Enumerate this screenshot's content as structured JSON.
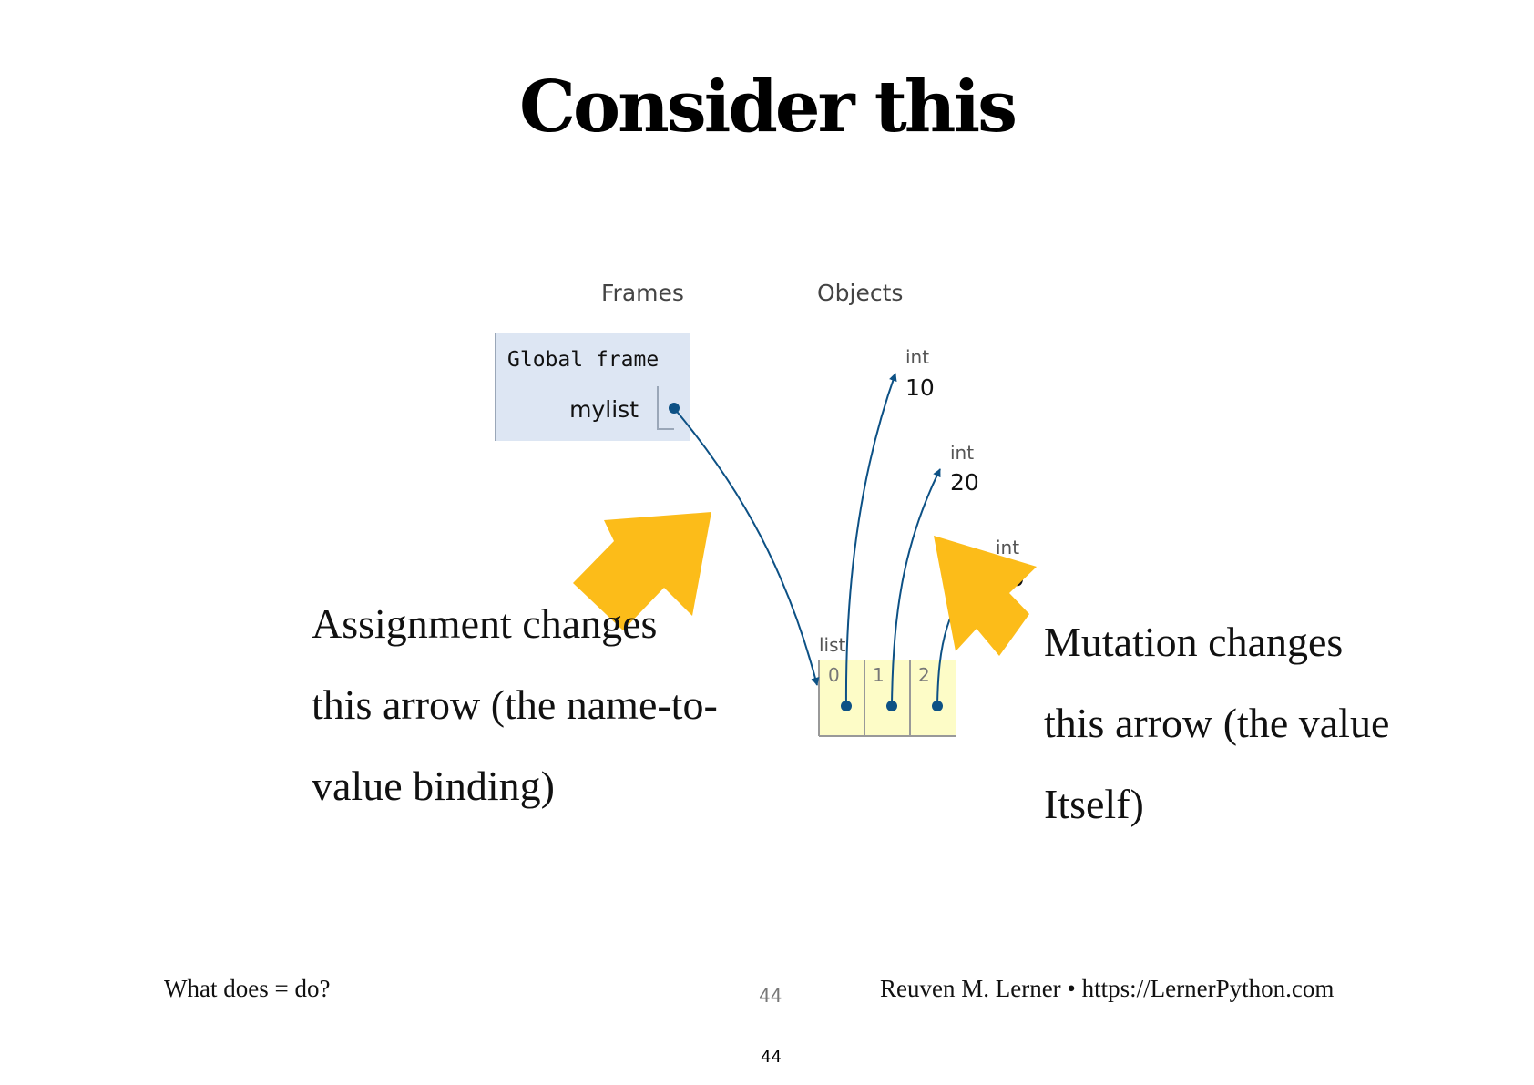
{
  "slide": {
    "title": "Consider this"
  },
  "diagram": {
    "frames_heading": "Frames",
    "objects_heading": "Objects",
    "frame": {
      "label": "Global frame",
      "variable": "mylist"
    },
    "objects": [
      {
        "type": "int",
        "value": "10"
      },
      {
        "type": "int",
        "value": "20"
      },
      {
        "type": "int",
        "value": "30"
      }
    ],
    "list": {
      "type": "list",
      "indices": [
        "0",
        "1",
        "2"
      ]
    }
  },
  "callouts": {
    "left": [
      "Assignment changes",
      "this arrow (the name-to-",
      "value binding)"
    ],
    "right": [
      "Mutation changes",
      "this arrow (the value",
      "Itself)"
    ]
  },
  "footer": {
    "left": "What does = do?",
    "center": "44",
    "right": "Reuven M. Lerner • https://LernerPython.com"
  },
  "page_number": "44",
  "colors": {
    "arrow_yellow": "#fcbc19",
    "pointer_blue": "#0d5185",
    "frame_bg": "#dde6f3",
    "list_bg": "#fdfcc7"
  }
}
